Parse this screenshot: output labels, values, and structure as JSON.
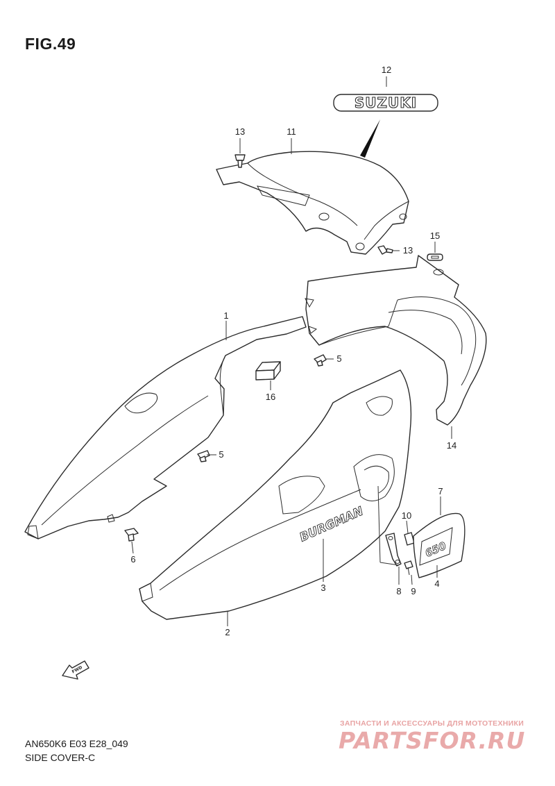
{
  "header": {
    "figure": "FIG.49"
  },
  "footer": {
    "model_code": "AN650K6 E03 E28_049",
    "description": "SIDE COVER-C"
  },
  "emblems": {
    "brand": "SUZUKI",
    "model_badge": "BURGMAN",
    "displacement_badge": "650",
    "arrow_label": "FWD"
  },
  "watermark": {
    "tagline": "ЗАПЧАСТИ И АКСЕССУАРЫ ДЛЯ МОТОТЕХНИКИ",
    "site": "PARTSFOR.RU"
  },
  "callouts": {
    "c12": "12",
    "c13a": "13",
    "c11": "11",
    "c13b": "13",
    "c15": "15",
    "c1": "1",
    "c5a": "5",
    "c16": "16",
    "c5b": "5",
    "c14": "14",
    "c7": "7",
    "c10": "10",
    "c6": "6",
    "c3": "3",
    "c4": "4",
    "c8": "8",
    "c9": "9",
    "c2": "2"
  }
}
